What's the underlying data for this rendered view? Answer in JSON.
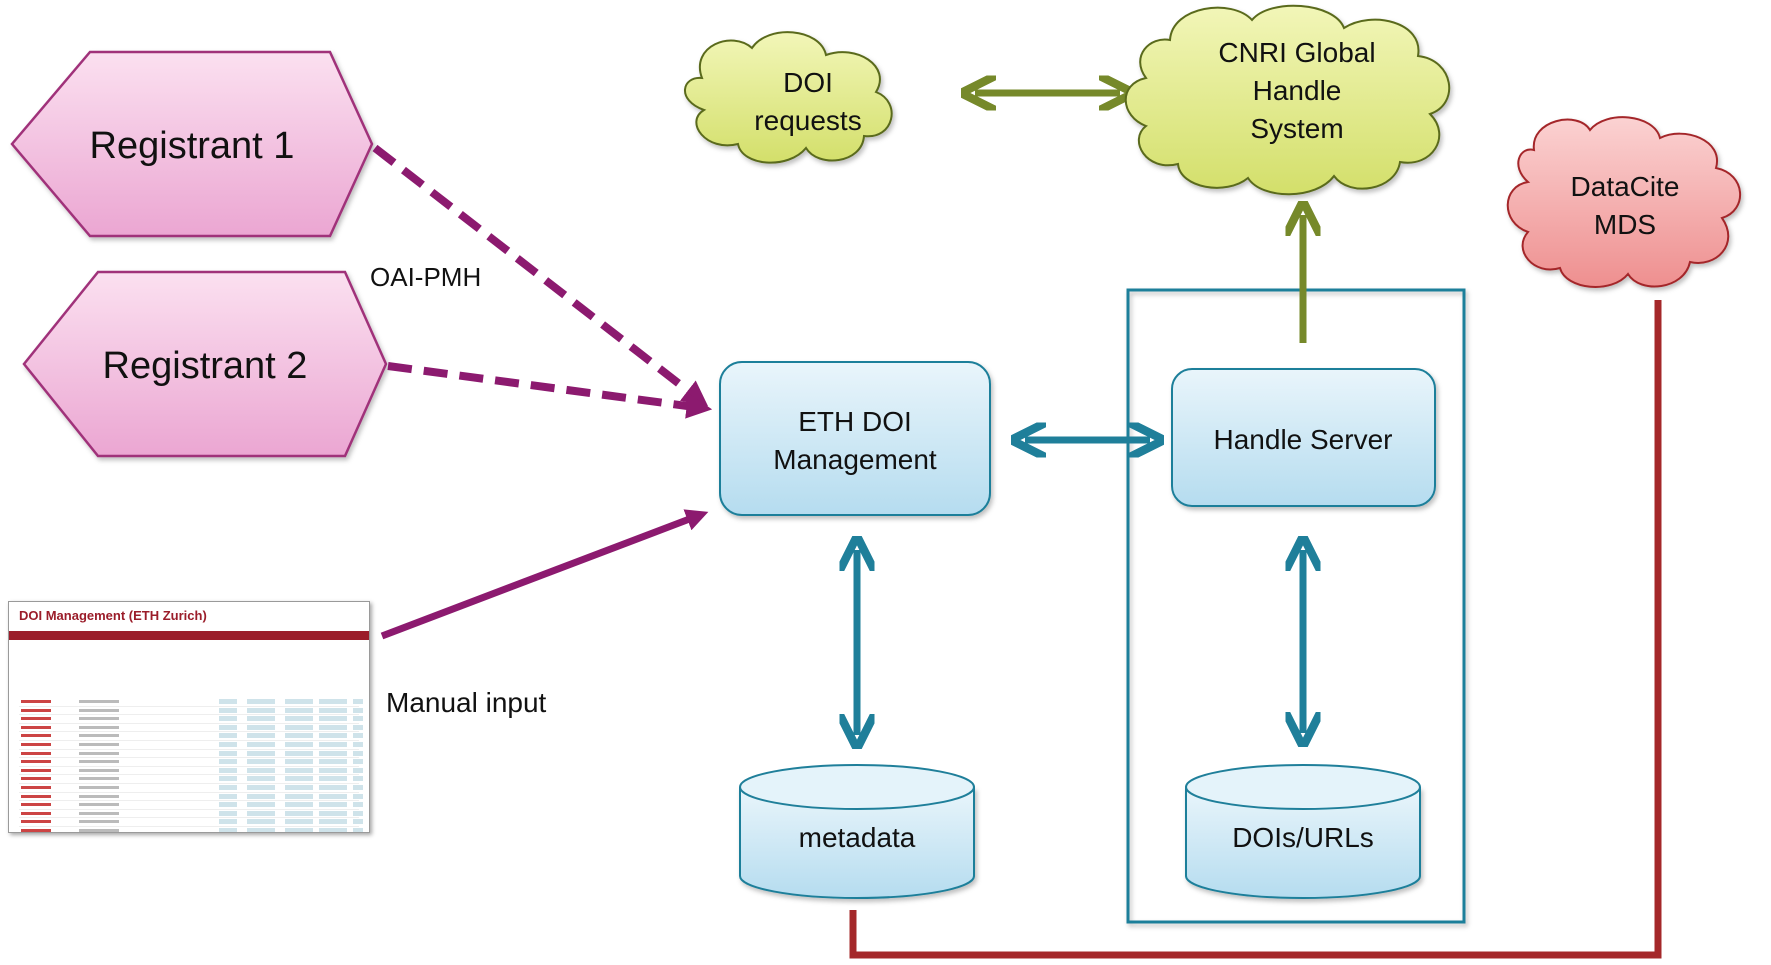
{
  "nodes": {
    "registrant1": "Registrant 1",
    "registrant2": "Registrant 2",
    "eth_doi": [
      "ETH DOI",
      "Management"
    ],
    "handle_server": "Handle Server",
    "metadata": "metadata",
    "dois_urls": "DOIs/URLs",
    "doi_requests": [
      "DOI",
      "requests"
    ],
    "cnri": [
      "CNRI Global",
      "Handle",
      "System"
    ],
    "datacite": [
      "DataCite",
      "MDS"
    ]
  },
  "labels": {
    "oai_pmh": "OAI-PMH",
    "manual_input": "Manual input"
  },
  "screenshot": {
    "title": "DOI Management (ETH Zurich)"
  },
  "colors": {
    "registrant_fill": "#f0b9dc",
    "registrant_stroke": "#a0307a",
    "purple_arrow": "#8c1a6f",
    "blue_box": "#d0e9f5",
    "teal_arrow": "#1f7f9a",
    "olive_arrow": "#76892a",
    "yellow_cloud": "#e4ec8c",
    "red_cloud": "#f4a6a6",
    "red_line": "#a4282a"
  }
}
